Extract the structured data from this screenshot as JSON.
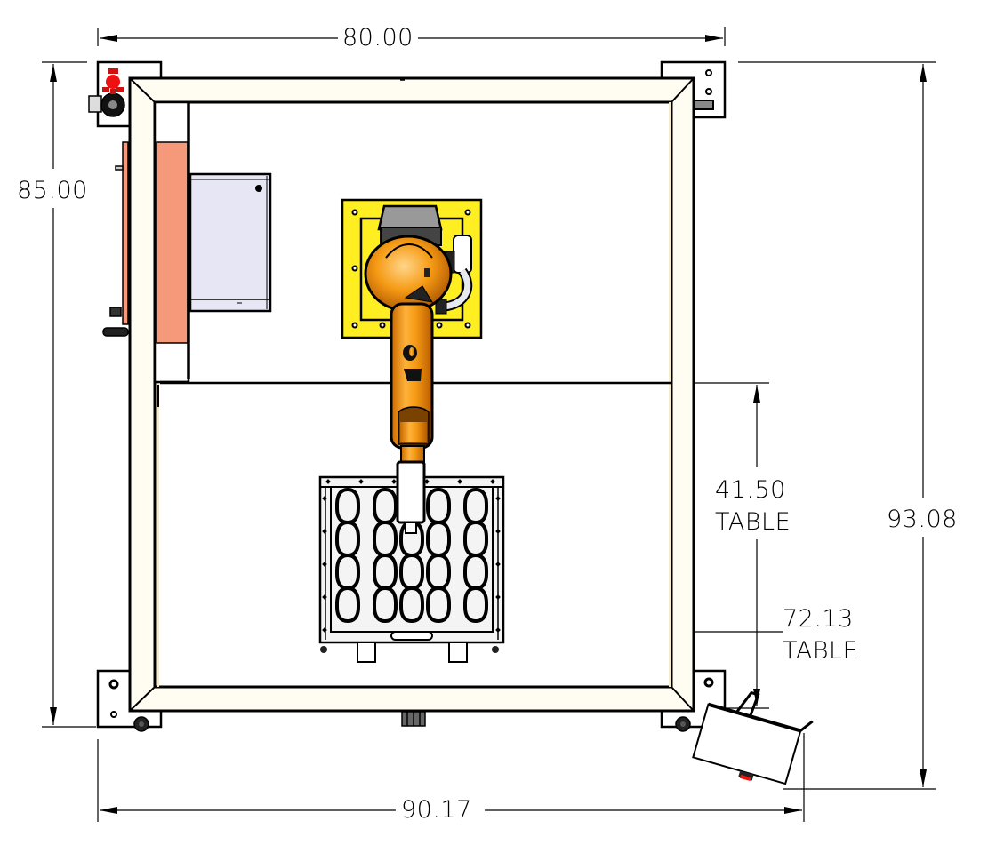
{
  "drawing": {
    "type": "top-view assembly drawing",
    "subject": "robotic work cell with frame, robot arm on mounting plate, parts table, and operator pendant"
  },
  "dimensions": {
    "overall_top_width": "80.00",
    "overall_left_height": "85.00",
    "overall_right_height": "93.08",
    "overall_bottom_width": "90.17",
    "table_vertical": {
      "value": "41.50",
      "label": "TABLE"
    },
    "table_horizontal": {
      "value": "72.13",
      "label": "TABLE"
    }
  },
  "components": {
    "frame": {
      "color": "#fffdf0",
      "edge": "#000000"
    },
    "side_panel": {
      "color": "#f6997a"
    },
    "control_box": {
      "color": "#e6e6f5"
    },
    "robot_base_plate": {
      "color": "#ffee22"
    },
    "robot_arm": {
      "color": "#f59a14"
    },
    "parts_table": {
      "rows": 4,
      "columns": 5,
      "color": "#f4f4f4"
    },
    "estop_button": {
      "color": "#ee1111"
    },
    "pendant": {
      "color": "#ffffff"
    }
  }
}
